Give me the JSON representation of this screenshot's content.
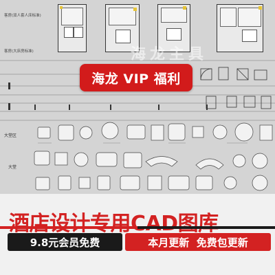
{
  "cad": {
    "labels": {
      "plan1": "客房(双人套人床标准)",
      "plan2": "客房(大床房标准)",
      "row_big": "大堂区",
      "row_lobby": "大堂"
    },
    "watermark": "海龙主具"
  },
  "promo": {
    "text": "海龙 VIP 福利",
    "color": "#d21b1b"
  },
  "banner": {
    "title": "酒店设计专用CAD图库",
    "left_button": "9.8元会员免费",
    "right_button": "本月更新  免费包更新",
    "colors": {
      "title": "#d32222",
      "left_button_bg": "#1a1a1a",
      "right_button_bg": "#d32222"
    }
  }
}
